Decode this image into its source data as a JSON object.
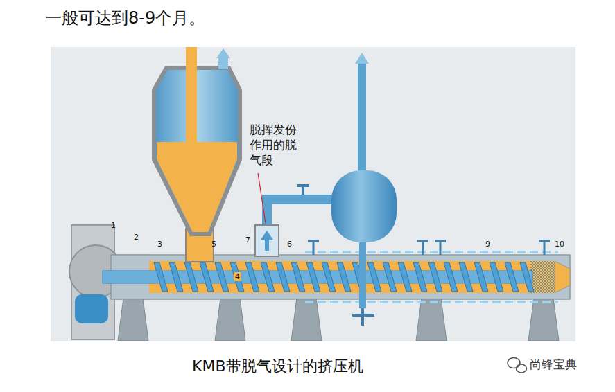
{
  "diagram": {
    "caption": "KMB带脱气设计的挤压机",
    "labels": [
      "一般可达到8-9个月。",
      "1",
      "2",
      "3",
      "5",
      "7",
      "6",
      "9",
      "10",
      "4",
      "脱挥发份作用的脱气段",
      "尚锋宝典"
    ]
  }
}
